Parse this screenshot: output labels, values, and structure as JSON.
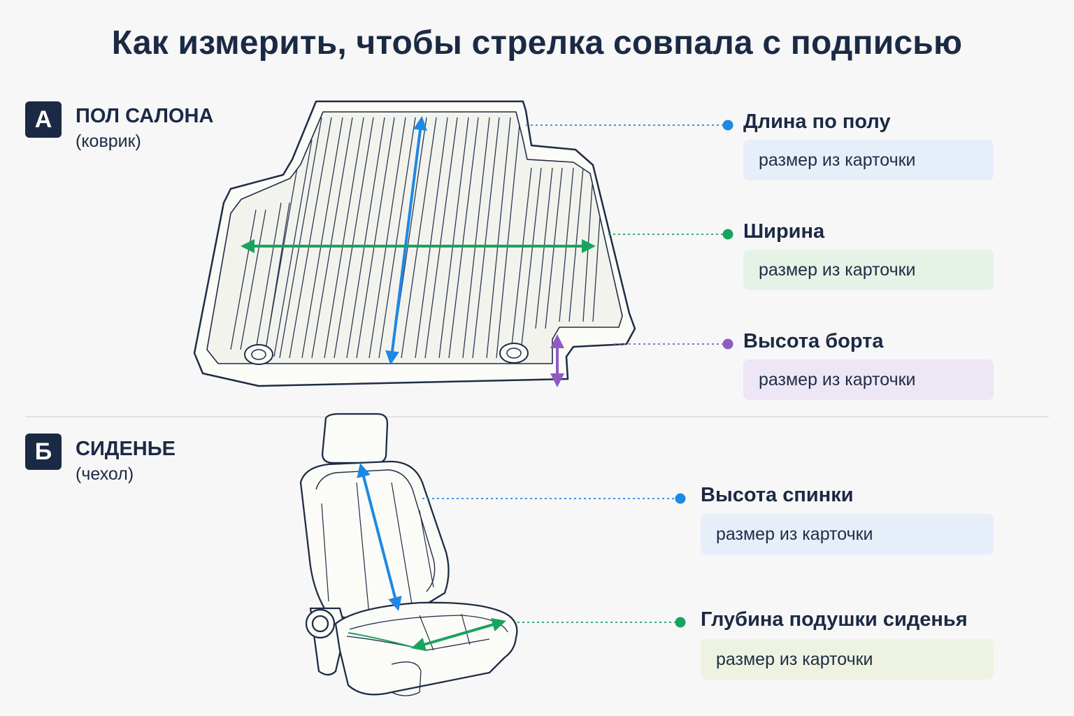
{
  "title": "Как измерить, чтобы стрелка совпала с подписью",
  "sections": [
    {
      "badge": "А",
      "title": "ПОЛ САЛОНА",
      "subtitle": "(коврик)",
      "measurements": [
        {
          "label": "Длина по полу",
          "value": "размер из карточки",
          "color": "#1e88e5",
          "box_color": "#e6eefa"
        },
        {
          "label": "Ширина",
          "value": "размер из карточки",
          "color": "#1aa360",
          "box_color": "#e4f3e6"
        },
        {
          "label": "Высота борта",
          "value": "размер из карточки",
          "color": "#8e5bc1",
          "box_color": "#ede6f5"
        }
      ]
    },
    {
      "badge": "Б",
      "title": "СИДЕНЬЕ",
      "subtitle": "(чехол)",
      "measurements": [
        {
          "label": "Высота спинки",
          "value": "размер из карточки",
          "color": "#1e88e5",
          "box_color": "#e6eefa"
        },
        {
          "label": "Глубина подушки сиденья",
          "value": "размер из карточки",
          "color": "#1aa360",
          "box_color": "#edf3e0"
        }
      ]
    }
  ]
}
